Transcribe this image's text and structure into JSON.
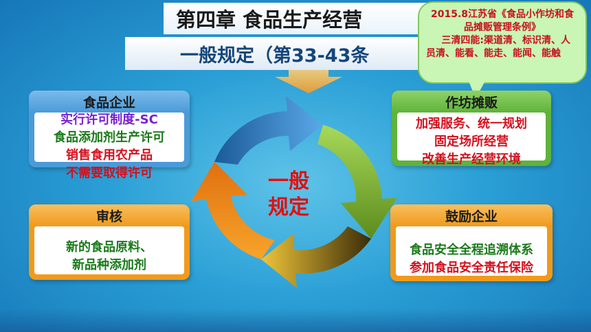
{
  "header": {
    "title": "第四章 食品生产经营",
    "subtitle": "一般规定（第33-43条"
  },
  "callout": {
    "line1": "2015.8江苏省《食品小作坊和食品摊贩管理条例》",
    "line2": "三清四能:渠道清、标识清、人员清、能看、能走、能闻、能触"
  },
  "center_label": [
    "一般",
    "规定"
  ],
  "cards": {
    "food_enterprise": {
      "title": "食品企业",
      "lines": [
        "实行许可制度-SC",
        "食品添加剂生产许可",
        "销售食用农产品",
        "不需要取得许可"
      ]
    },
    "workshop_vendor": {
      "title": "作坊摊贩",
      "lines": [
        "加强服务、统一规划",
        "固定场所经营",
        "改善生产经营环境"
      ]
    },
    "review": {
      "title": "审核",
      "lines": [
        "新的食品原料、",
        "新品种添加剂"
      ]
    },
    "encourage": {
      "title": "鼓励企业",
      "lines": [
        "食品安全全程追溯体系",
        "参加食品安全责任保险"
      ]
    }
  },
  "colors": {
    "arrow_blue": "#2f7fc8",
    "arrow_green": "#8cc63e",
    "arrow_gold": "#d9a21a",
    "arrow_orange": "#f08a12",
    "text_red": "#d4101e",
    "text_green": "#1a7a1a",
    "text_purple": "#7a1fd0"
  }
}
